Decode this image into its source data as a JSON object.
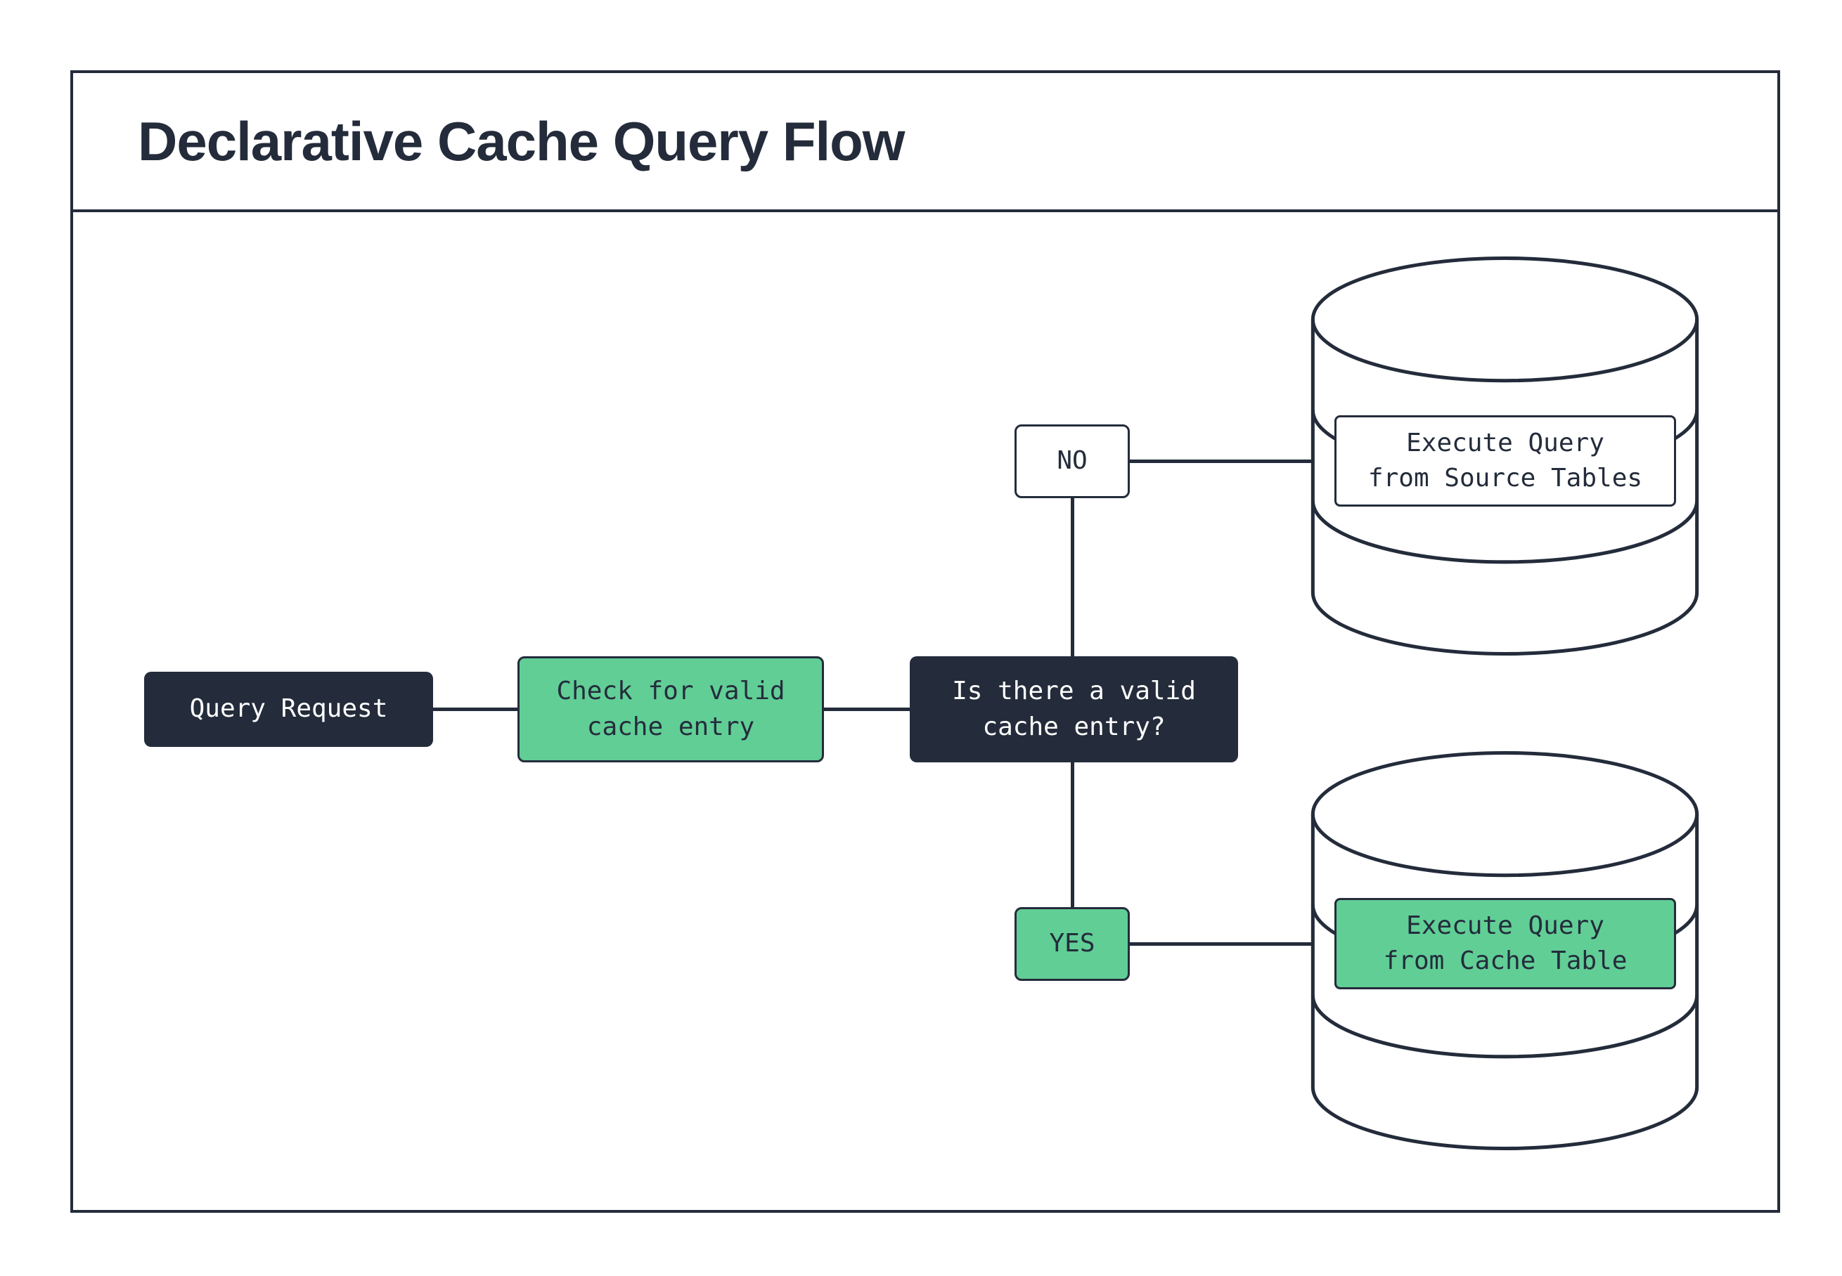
{
  "title": "Declarative Cache Query Flow",
  "colors": {
    "dark": "#242c3b",
    "green": "#61ce96",
    "bg": "#ffffff"
  },
  "nodes": {
    "query_request": {
      "label": "Query Request"
    },
    "check_cache": {
      "label": "Check for valid\ncache entry"
    },
    "decision": {
      "label": "Is there a valid\ncache entry?"
    },
    "branch_no": {
      "label": "NO"
    },
    "branch_yes": {
      "label": "YES"
    },
    "source_db": {
      "label": "Execute Query\nfrom Source Tables"
    },
    "cache_db": {
      "label": "Execute Query\nfrom Cache Table"
    }
  },
  "edges": [
    {
      "from": "query_request",
      "to": "check_cache"
    },
    {
      "from": "check_cache",
      "to": "decision"
    },
    {
      "from": "decision",
      "to": "branch_no",
      "label": "NO"
    },
    {
      "from": "decision",
      "to": "branch_yes",
      "label": "YES"
    },
    {
      "from": "branch_no",
      "to": "source_db"
    },
    {
      "from": "branch_yes",
      "to": "cache_db"
    }
  ]
}
